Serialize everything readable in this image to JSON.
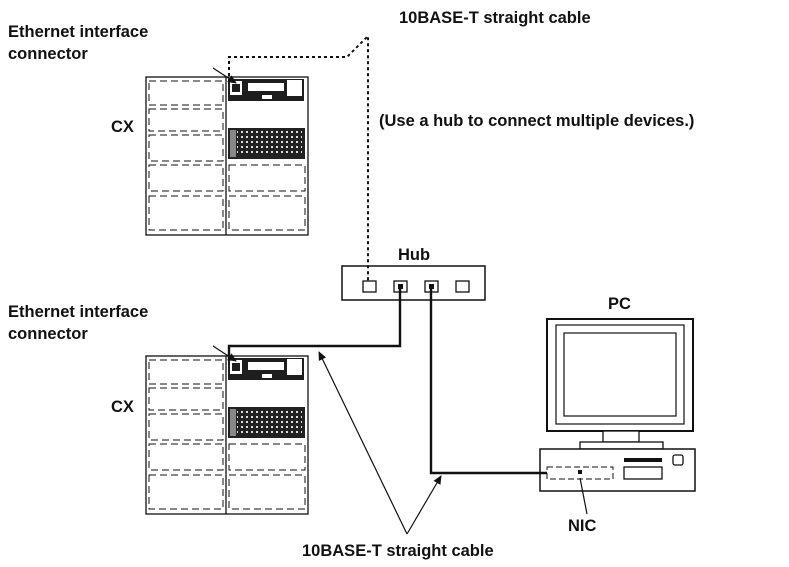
{
  "labels": {
    "top_cable": "10BASE-T straight cable",
    "bottom_cable": "10BASE-T straight cable",
    "eth_connector_top_line1": "Ethernet interface",
    "eth_connector_top_line2": "connector",
    "eth_connector_bottom_line1": "Ethernet interface",
    "eth_connector_bottom_line2": "connector",
    "cx_top": "CX",
    "cx_bottom": "CX",
    "hub": "Hub",
    "hub_note": "(Use a hub to connect multiple devices.)",
    "pc": "PC",
    "nic": "NIC"
  }
}
